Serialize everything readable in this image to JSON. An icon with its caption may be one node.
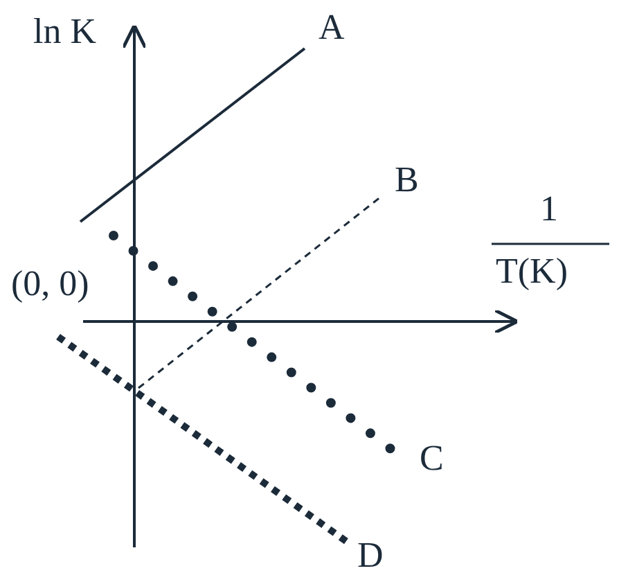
{
  "diagram": {
    "labels": [
      "ln K",
      "A",
      "B",
      "1",
      "T(K)",
      "(0, 0)",
      "C",
      "D"
    ]
  }
}
